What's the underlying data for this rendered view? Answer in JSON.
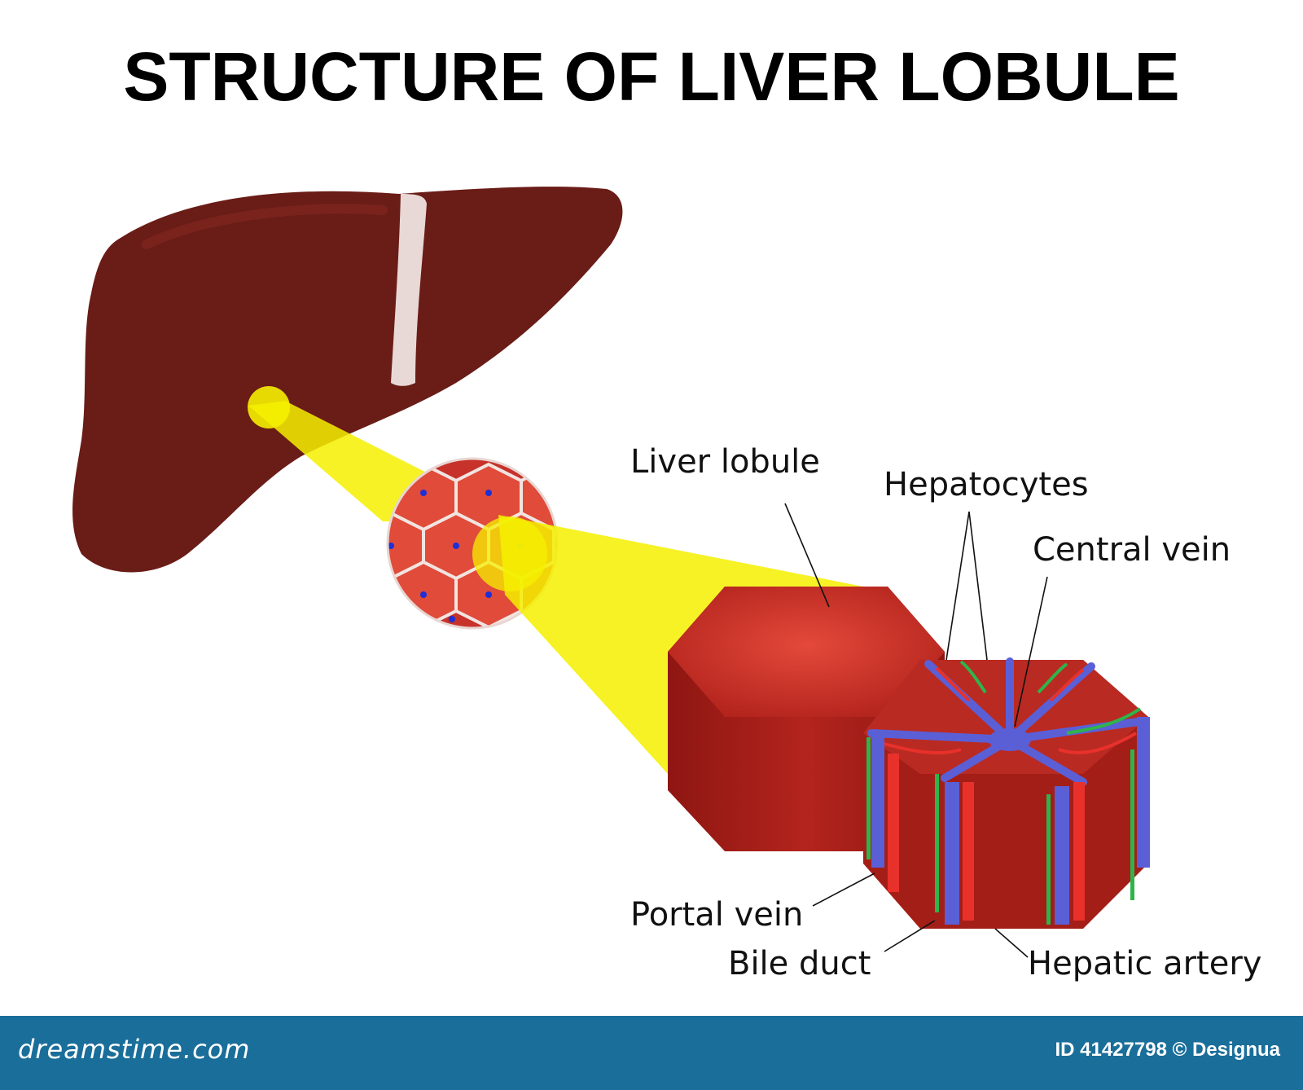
{
  "title": "STRUCTURE OF LIVER LOBULE",
  "labels": {
    "liver_lobule": "Liver lobule",
    "hepatocytes": "Hepatocytes",
    "central_vein": "Central vein",
    "portal_vein": "Portal vein",
    "bile_duct": "Bile duct",
    "hepatic_artery": "Hepatic artery"
  },
  "footer": {
    "brand": "dreamstime.com",
    "credit": "ID 41427798 © Designua"
  },
  "colors": {
    "liver": "#6a1c17",
    "ligament": "#e8d8d6",
    "magnifier": "#f5f000",
    "lobule_red": "#b3211b",
    "lobule_top": "#d83a2e",
    "portal_vein": "#5b5fd6",
    "bile_duct": "#2fb44a",
    "hepatic_artery": "#e8312b",
    "footer_bg": "#1a6e9a"
  }
}
